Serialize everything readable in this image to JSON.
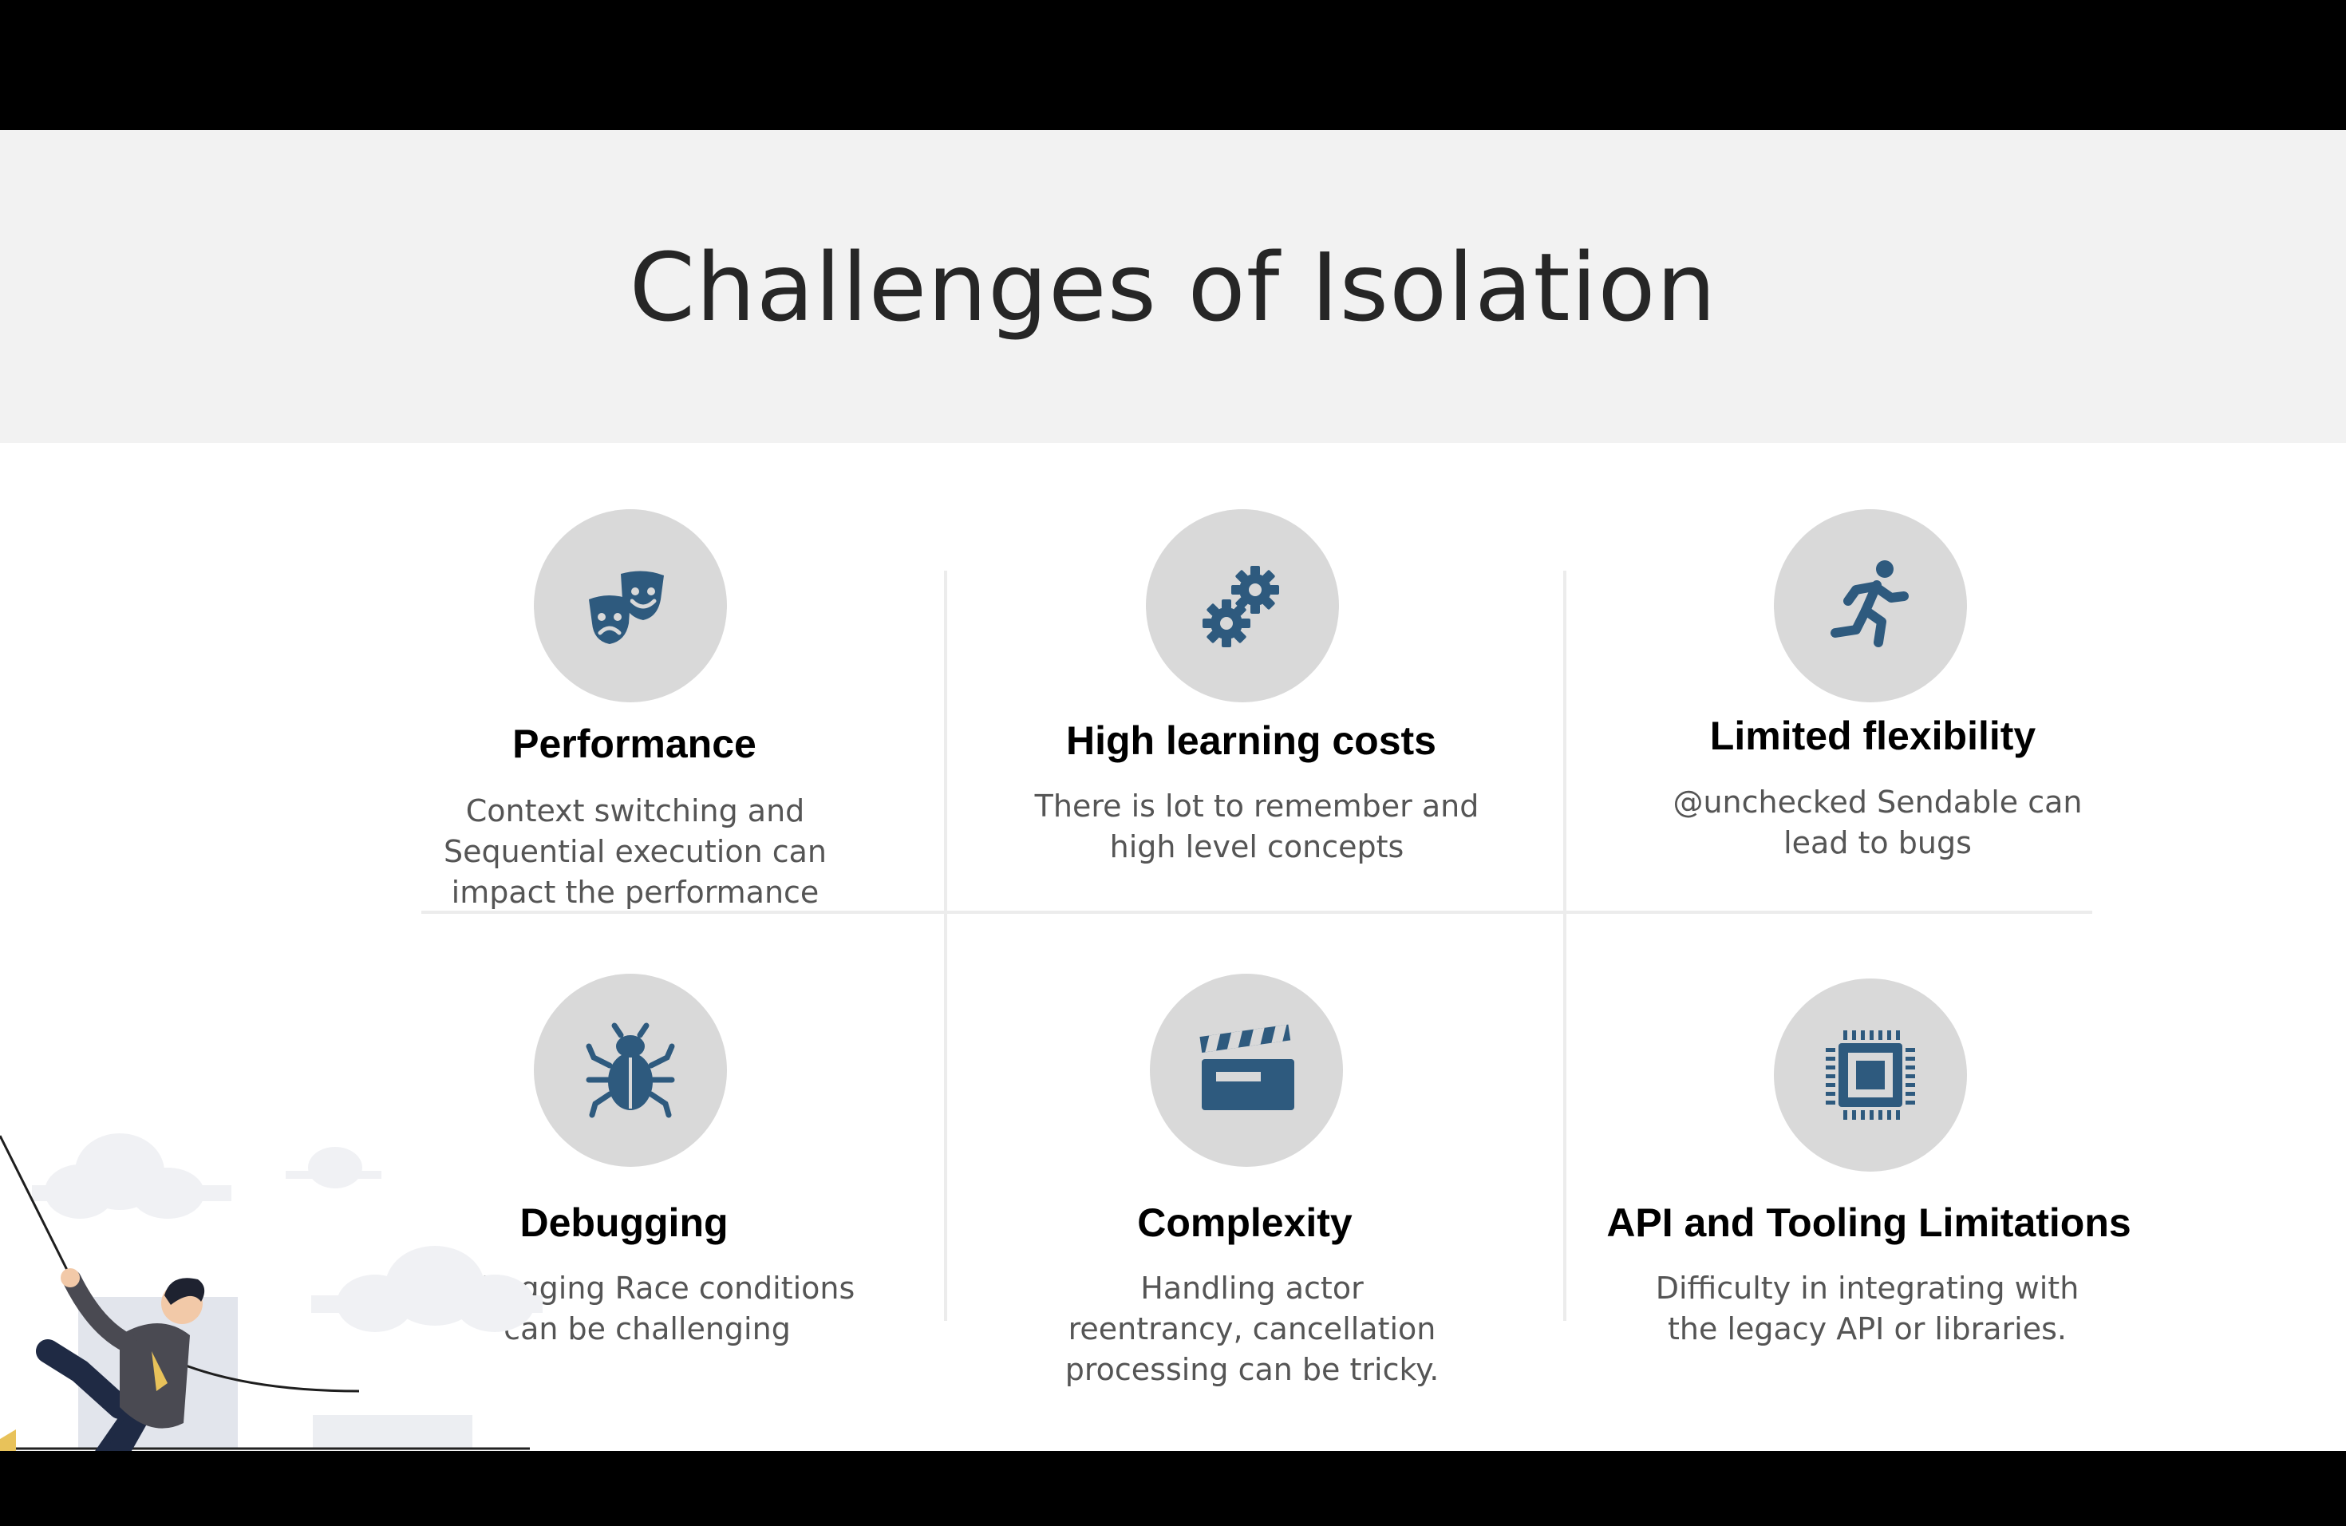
{
  "title": "Challenges of Isolation",
  "colors": {
    "icon": "#2e5a7e",
    "circle": "#d9d9d9",
    "title_band": "#f2f2f2",
    "divider": "#ececec"
  },
  "cards": [
    {
      "title": "Performance",
      "icon": "theater-masks-icon",
      "lines": [
        "Context switching and",
        "Sequential execution can",
        "impact the performance"
      ]
    },
    {
      "title": "High learning costs",
      "icon": "gears-icon",
      "lines": [
        "There is lot to remember and",
        "high level concepts"
      ]
    },
    {
      "title": "Limited flexibility",
      "icon": "running-person-icon",
      "lines": [
        "@unchecked Sendable can",
        "lead to bugs"
      ]
    },
    {
      "title": "Debugging",
      "icon": "bug-icon",
      "lines": [
        "Debugging Race conditions",
        "can be challenging"
      ]
    },
    {
      "title": "Complexity",
      "icon": "clapperboard-icon",
      "lines": [
        "Handling actor",
        "reentrancy, cancellation",
        "processing can be tricky."
      ]
    },
    {
      "title": "API and Tooling Limitations",
      "icon": "processor-chip-icon",
      "lines": [
        "Difficulty in integrating with",
        "the legacy API or libraries."
      ]
    }
  ],
  "illustration": {
    "icon": "climbing-person-illustration"
  }
}
